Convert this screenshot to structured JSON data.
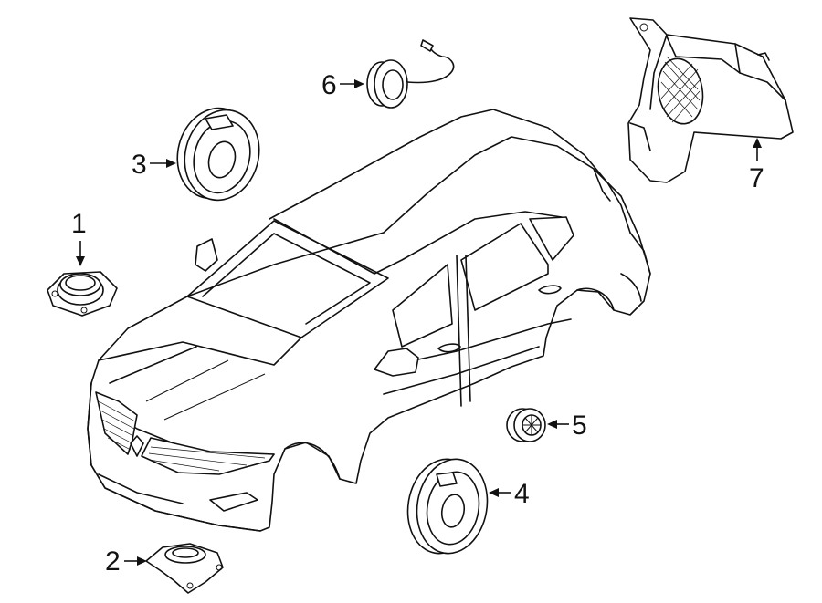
{
  "callouts": [
    {
      "id": "1",
      "label": "1",
      "part": "speaker-1"
    },
    {
      "id": "2",
      "label": "2",
      "part": "speaker-2"
    },
    {
      "id": "3",
      "label": "3",
      "part": "speaker-3"
    },
    {
      "id": "4",
      "label": "4",
      "part": "speaker-4"
    },
    {
      "id": "5",
      "label": "5",
      "part": "speaker-5"
    },
    {
      "id": "6",
      "label": "6",
      "part": "speaker-6"
    },
    {
      "id": "7",
      "label": "7",
      "part": "subwoofer-7"
    }
  ],
  "colors": {
    "line": "#111111",
    "background": "#ffffff"
  }
}
